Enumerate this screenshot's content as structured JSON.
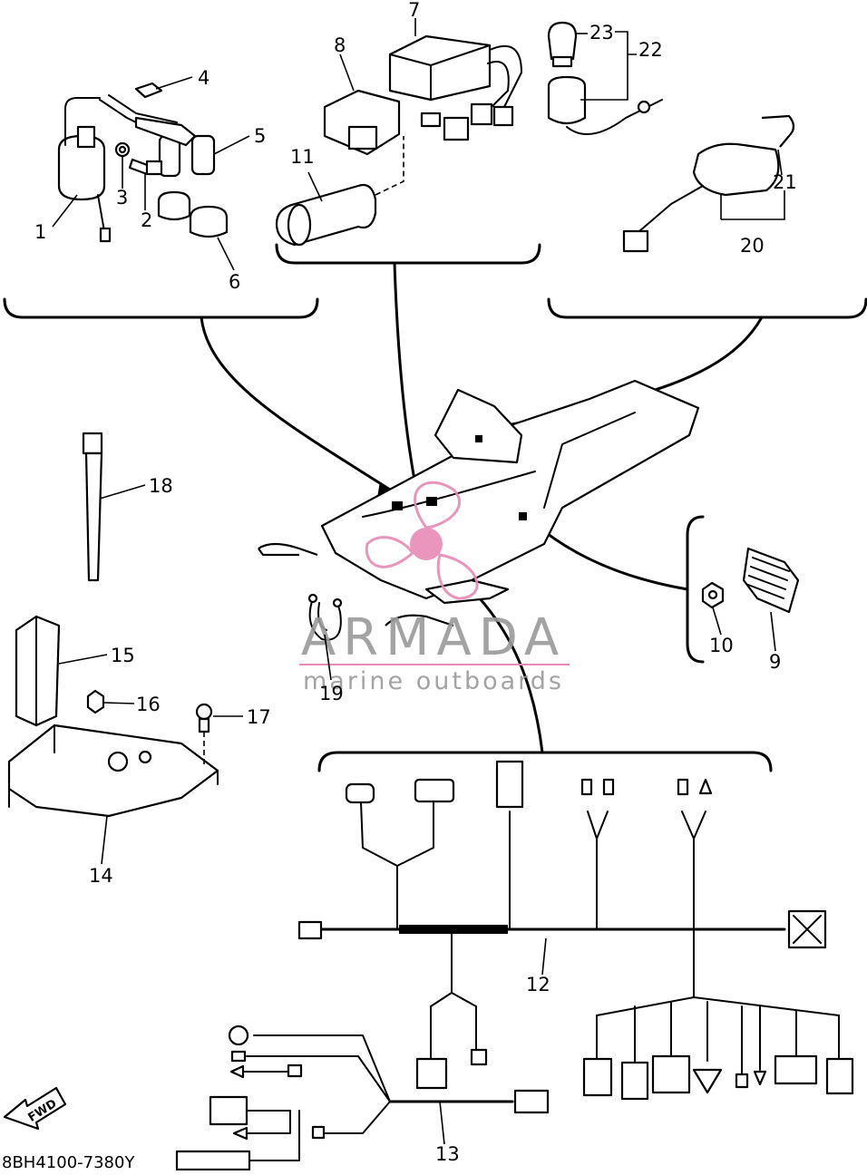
{
  "diagram_code": "8BH4100-7380Y",
  "fwd_label": "FWD",
  "watermark": {
    "brand": "ARMADA",
    "tagline": "marine outboards",
    "brand_color": "#9a9a9a",
    "logo_color": "#e88ab4"
  },
  "callouts": [
    "1",
    "2",
    "3",
    "4",
    "5",
    "6",
    "7",
    "8",
    "9",
    "10",
    "11",
    "12",
    "13",
    "14",
    "15",
    "16",
    "17",
    "18",
    "19",
    "20",
    "21",
    "22",
    "23"
  ]
}
